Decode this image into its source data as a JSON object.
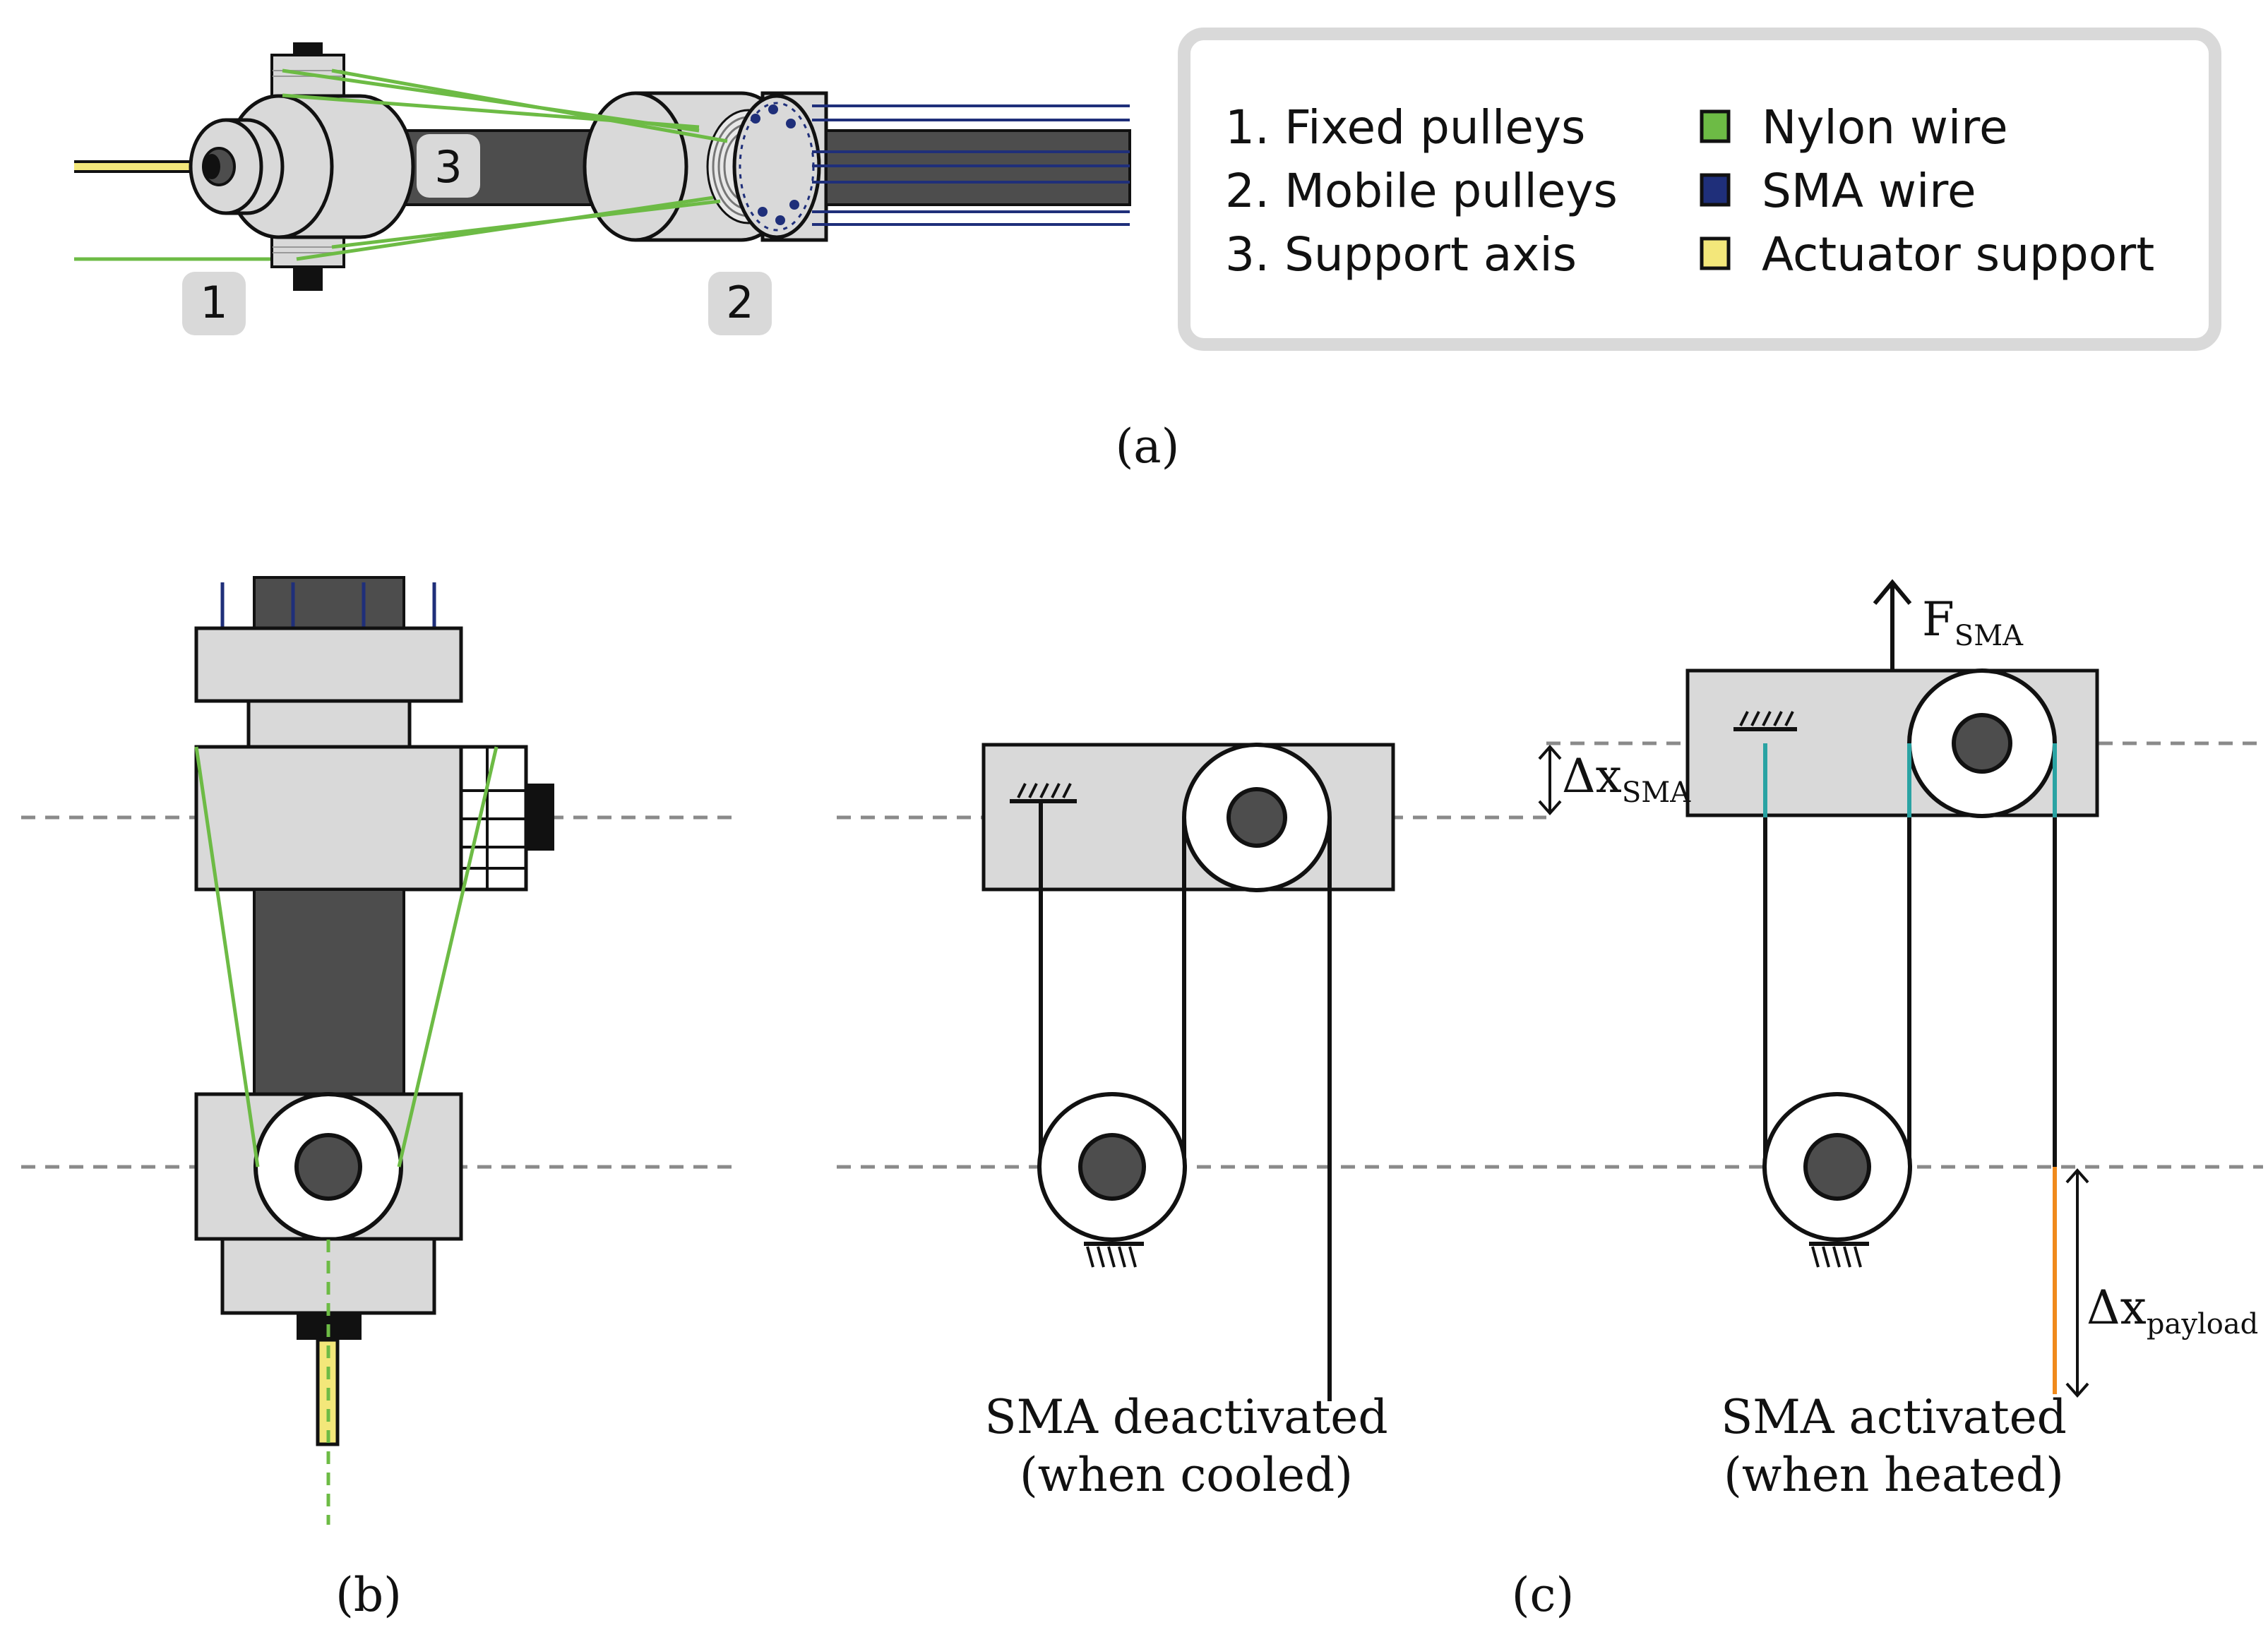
{
  "colors": {
    "nylon": "#6dbb45",
    "sma": "#1f2f7a",
    "support": "#f3e77a",
    "light_gray": "#d9d9d9",
    "dark_gray": "#4d4d4d",
    "black": "#111111",
    "teal": "#2aa3a3",
    "orange": "#f08a1c",
    "dash": "#8a8a8a"
  },
  "panel_a": {
    "label": "(a)",
    "badges": {
      "fixed": "1",
      "mobile": "2",
      "axis": "3"
    },
    "legend": {
      "items": [
        {
          "text": "1. Fixed pulleys"
        },
        {
          "text": "2. Mobile pulleys"
        },
        {
          "text": "3. Support axis"
        }
      ],
      "swatches": [
        {
          "text": "Nylon wire",
          "color": "#6dbb45"
        },
        {
          "text": "SMA wire",
          "color": "#1f2f7a"
        },
        {
          "text": "Actuator support",
          "color": "#f3e77a"
        }
      ]
    }
  },
  "panel_b": {
    "label": "(b)"
  },
  "panel_c": {
    "label": "(c)",
    "left_caption": {
      "line1": "SMA deactivated",
      "line2": "(when cooled)"
    },
    "right_caption": {
      "line1": "SMA activated",
      "line2": "(when heated)"
    },
    "force": {
      "base": "F",
      "sub": "SMA"
    },
    "dx_sma": {
      "base": "Δx",
      "sub": "SMA"
    },
    "dx_payload": {
      "base": "Δx",
      "sub": "payload"
    }
  }
}
